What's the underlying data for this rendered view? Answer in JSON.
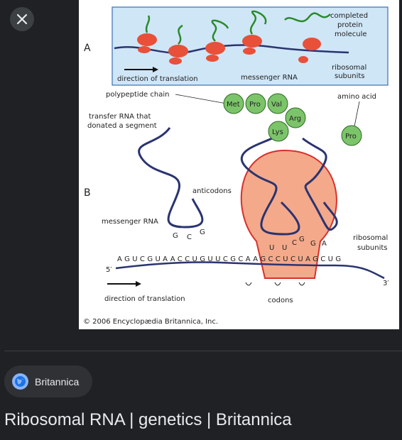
{
  "viewer": {
    "close_label": "×"
  },
  "figure": {
    "panel_a_label": "A",
    "panel_b_label": "B",
    "completed_protein": "completed protein molecule",
    "completed_line1": "completed",
    "completed_line2": "protein",
    "completed_line3": "molecule",
    "ribosomal_subunits_line1": "ribosomal",
    "ribosomal_subunits_line2": "subunits",
    "direction_a": "direction of translation",
    "messenger_rna_a": "messenger RNA",
    "polypeptide_chain": "polypeptide chain",
    "amino_acid": "amino acid",
    "transfer_rna_line1": "transfer RNA that",
    "transfer_rna_line2": "donated a segment",
    "anticodons": "anticodons",
    "messenger_rna_b": "messenger RNA",
    "direction_b": "direction of translation",
    "codons": "codons",
    "five_prime": "5′",
    "three_prime": "3′",
    "copyright": "© 2006 Encyclopædia Britannica, Inc.",
    "amino_acids": [
      "Met",
      "Pro",
      "Val",
      "Arg",
      "Lys",
      "Pro"
    ],
    "sequence": "AGUCGUAACCUGUUCGCAAGCCUCUAGCUG",
    "anticodon_left": [
      "G",
      "C",
      "G"
    ],
    "anticodon_mid": [
      "U",
      "U",
      "C"
    ],
    "anticodon_right": [
      "G",
      "G",
      "A"
    ]
  },
  "source": {
    "name": "Britannica",
    "icon": "globe-icon"
  },
  "result": {
    "title": "Ribosomal RNA | genetics | Britannica"
  },
  "colors": {
    "background": "#202124",
    "panel_a_bg": "#cfe6f7",
    "ribosome": "#f4a98a",
    "ribosome_border": "#d9302b",
    "amino_acid": "#7cc46a",
    "rna": "#2a3470"
  }
}
